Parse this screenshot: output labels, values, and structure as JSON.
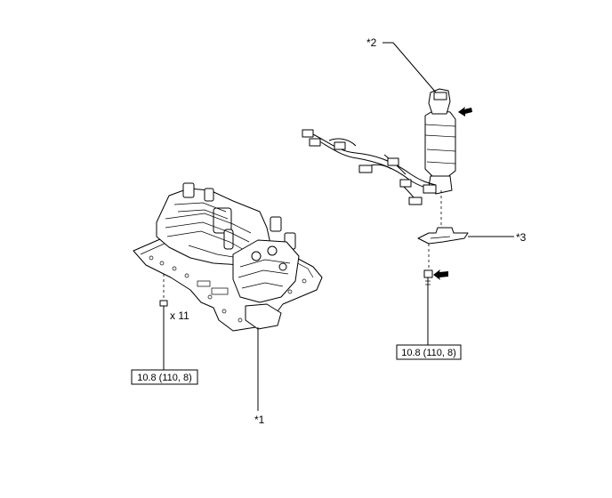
{
  "callouts": {
    "valve_body": "*1",
    "solenoid": "*2",
    "bracket": "*3"
  },
  "quantity": "x 11",
  "torque": {
    "left": "10.8 (110, 8)",
    "right": "10.8 (110, 8)"
  }
}
